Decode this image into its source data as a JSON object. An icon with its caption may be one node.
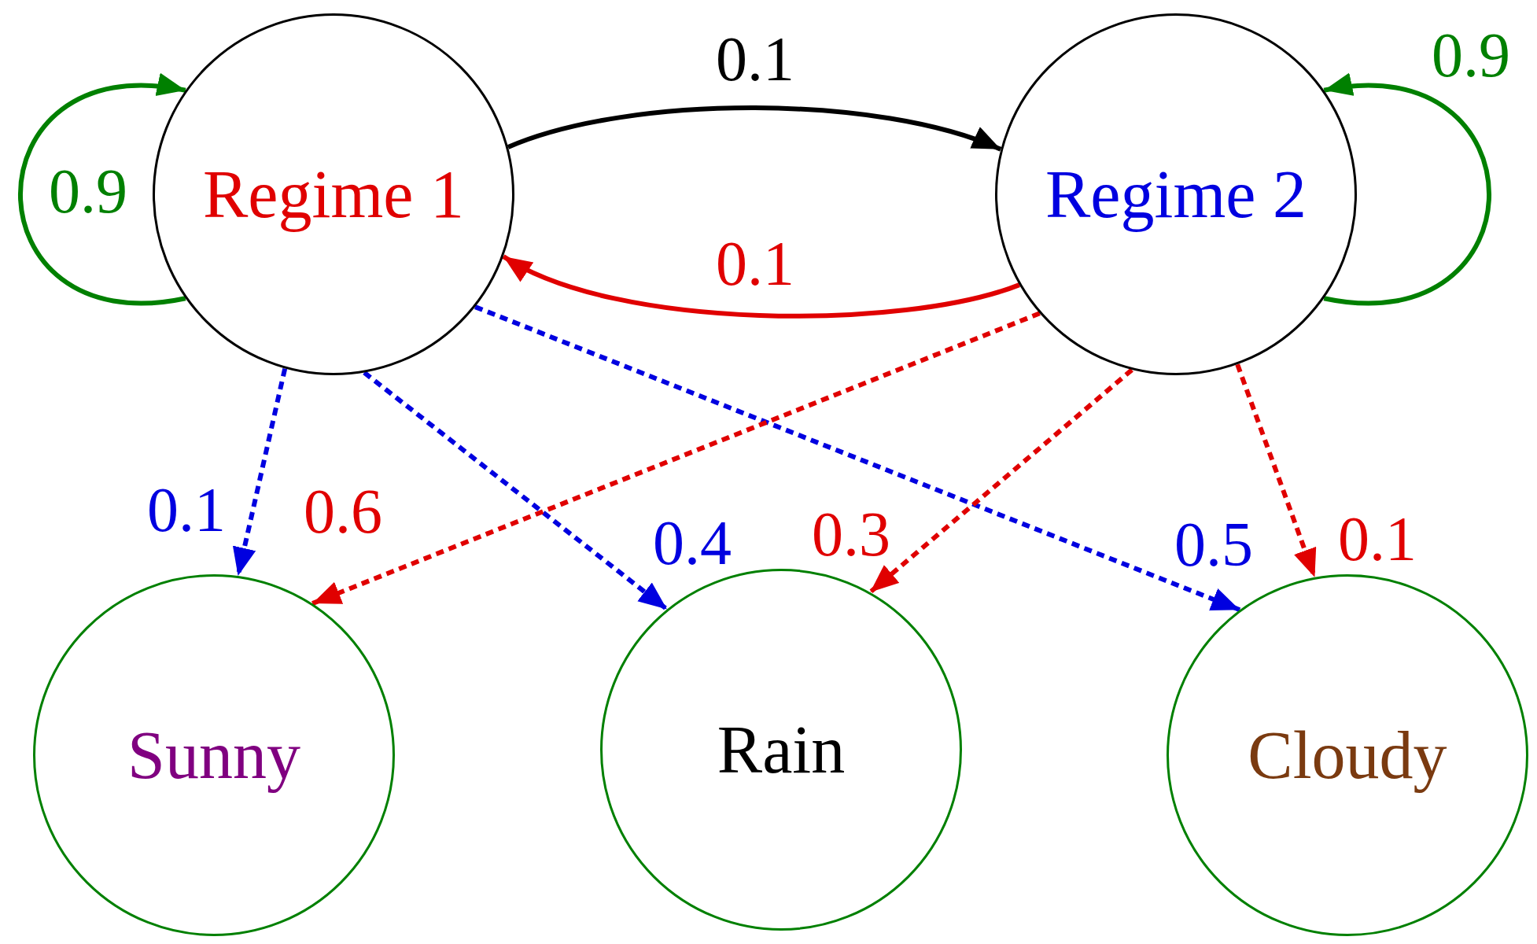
{
  "diagram": {
    "nodes": [
      {
        "text": [
          "Regime 1"
        ]
      },
      {
        "text": [
          "Regime 2"
        ]
      },
      {
        "text": [
          "Sunny"
        ]
      },
      {
        "text": [
          "Rain"
        ]
      },
      {
        "text": [
          "Cloudy"
        ]
      }
    ],
    "edges": [
      {
        "from": 0,
        "to": 0,
        "arrow": "to",
        "label": "0.9",
        "color": "#008000"
      },
      {
        "from": 0,
        "to": 1,
        "arrow": "to",
        "label": "0.1",
        "color": "#000000"
      },
      {
        "from": 1,
        "to": 0,
        "arrow": "to",
        "label": "0.1",
        "color": "#e00000"
      },
      {
        "from": 1,
        "to": 1,
        "arrow": "to",
        "label": "0.9",
        "color": "#008000"
      },
      {
        "from": 0,
        "to": 2,
        "arrow": "to",
        "label": "0.1",
        "style": "dashed",
        "color": "#0000e0"
      },
      {
        "from": 0,
        "to": 3,
        "arrow": "to",
        "label": "0.4",
        "style": "dashed",
        "color": "#0000e0"
      },
      {
        "from": 0,
        "to": 4,
        "arrow": "to",
        "label": "0.5",
        "style": "dashed",
        "color": "#0000e0"
      },
      {
        "from": 1,
        "to": 2,
        "arrow": "to",
        "label": "0.6",
        "style": "dashed",
        "color": "#e00000"
      },
      {
        "from": 1,
        "to": 3,
        "arrow": "to",
        "label": "0.3",
        "style": "dashed",
        "color": "#e00000"
      },
      {
        "from": 1,
        "to": 4,
        "arrow": "to",
        "label": "0.1",
        "style": "dashed",
        "color": "#e00000"
      }
    ]
  }
}
